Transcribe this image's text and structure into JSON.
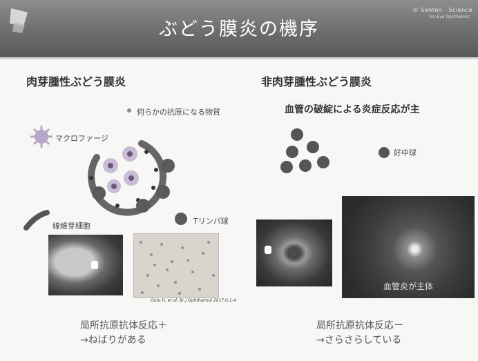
{
  "header": {
    "title": "ぶどう膜炎の機序",
    "logo_icon": "eye-logo-icon",
    "brand_line": "© Santen · Science",
    "brand_sub": "Sci-Eye Ophthalmic"
  },
  "left": {
    "heading": "肉芽腫性ぶどう膜炎",
    "antigen_label": "何らかの抗原になる物質",
    "macrophage_label": "マクロファージ",
    "fibroblast_label": "線維芽細胞",
    "lymphocyte_label": "Tリンパ球",
    "citation": "Ooto H, et al. Br J Ophthalmol 2017;0:1-4",
    "caption_line1": "局所抗原抗体反応＋",
    "caption_line2": "→ねばりがある"
  },
  "right": {
    "heading": "非肉芽腫性ぶどう膜炎",
    "subheading": "血管の破綻による炎症反応が主",
    "neutrophil_label": "好中球",
    "fundus_caption": "血管炎が主体",
    "caption_line1": "局所抗原抗体反応ー",
    "caption_line2": "→さらさらしている"
  },
  "colors": {
    "titlebar": "#6b6b6b",
    "cell_dark": "#555555",
    "macrophage_purple": "#8a7a9a"
  }
}
